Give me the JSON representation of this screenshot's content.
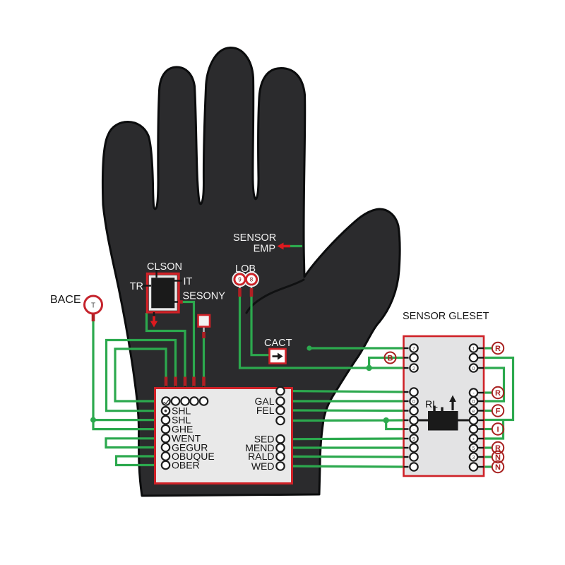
{
  "colors": {
    "background": "#ffffff",
    "glove": "#2c2d2f",
    "glove_outline": "#0b0c0d",
    "wire_green": "#2aa44c",
    "red_border": "#cf2127",
    "red_segment": "#b01f23",
    "dark_red": "#a8201f",
    "wrist_box_fill": "#e9e9e9",
    "gleset_box_fill": "#e3e3e4",
    "component_black": "#1a1a1a",
    "text_dark": "#161616",
    "text_light": "#f2f2f2"
  },
  "labels": {
    "bace": "BACE",
    "sensor_line1": "SENSOR",
    "sensor_line2": "EMP",
    "chip_name": "CLSON",
    "chip_left": "TR",
    "chip_right": "IT",
    "chip_bottom_right": "SESONY",
    "lob": "LOB",
    "cact": "CACT",
    "gleset_title": "SENSOR GLESET",
    "relay": "RL"
  },
  "bace_glyph": "T",
  "lob_glyphs": [
    "9",
    "8"
  ],
  "wrist_box": {
    "left_pin_labels": [
      "SHL",
      "SHL",
      "GHE",
      "WENT",
      "GEGUR",
      "OBUQUE",
      "OBER"
    ],
    "right_pin_labels": [
      "GAL",
      "FEL",
      "SED",
      "MEND",
      "RALD",
      "WED"
    ]
  },
  "gleset": {
    "left_pin_glyphs": [
      "7",
      "",
      "2",
      "",
      "0",
      "",
      "",
      "·",
      "9",
      "",
      "",
      ""
    ],
    "right_pin_glyphs": [
      "1",
      "",
      "0",
      "-",
      "0",
      "e",
      "",
      "",
      "•",
      "5",
      "3",
      ""
    ],
    "terminals": [
      {
        "letter": "R"
      },
      {
        "letter": "R"
      },
      {
        "letter": "F"
      },
      {
        "letter": "I"
      },
      {
        "letter": "R"
      },
      {
        "letter": "N"
      },
      {
        "letter": "N"
      }
    ],
    "b_terminal": "B"
  }
}
